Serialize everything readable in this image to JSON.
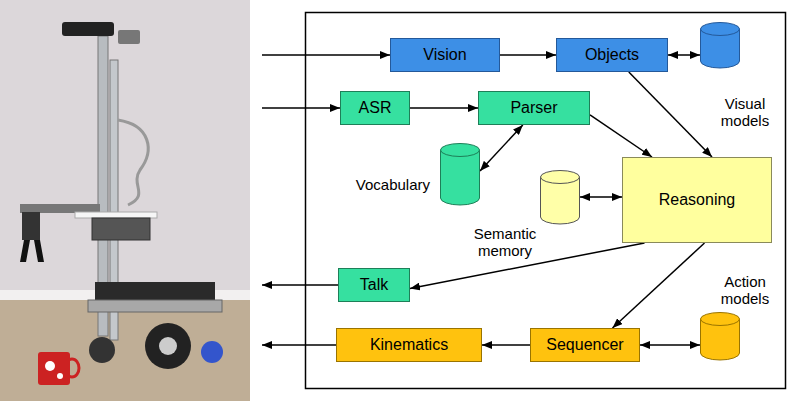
{
  "diagram": {
    "nodes": [
      {
        "text": [
          "Vision"
        ]
      },
      {
        "text": [
          "Objects"
        ]
      },
      {
        "text": [
          "Visual models"
        ]
      },
      {
        "text": [
          "ASR"
        ]
      },
      {
        "text": [
          "Parser"
        ]
      },
      {
        "text": [
          "Vocabulary"
        ]
      },
      {
        "text": [
          "Semantic memory"
        ]
      },
      {
        "text": [
          "Reasoning"
        ]
      },
      {
        "text": [
          "Talk"
        ]
      },
      {
        "text": [
          "Action models"
        ]
      },
      {
        "text": [
          "Kinematics"
        ]
      },
      {
        "text": [
          "Sequencer"
        ]
      }
    ],
    "edges": [
      {
        "from": 0,
        "to": 1,
        "arrow": "to"
      },
      {
        "from": 1,
        "to": 2,
        "arrow": "both"
      },
      {
        "from": 3,
        "to": 4,
        "arrow": "to"
      },
      {
        "from": 4,
        "to": 5,
        "arrow": "both"
      },
      {
        "from": 4,
        "to": 7,
        "arrow": "to"
      },
      {
        "from": 1,
        "to": 7,
        "arrow": "to"
      },
      {
        "from": 6,
        "to": 7,
        "arrow": "both"
      },
      {
        "from": 7,
        "to": 8,
        "arrow": "to"
      },
      {
        "from": 7,
        "to": 11,
        "arrow": "to"
      },
      {
        "from": 11,
        "to": 10,
        "arrow": "to"
      },
      {
        "from": 11,
        "to": 9,
        "arrow": "both"
      }
    ]
  }
}
